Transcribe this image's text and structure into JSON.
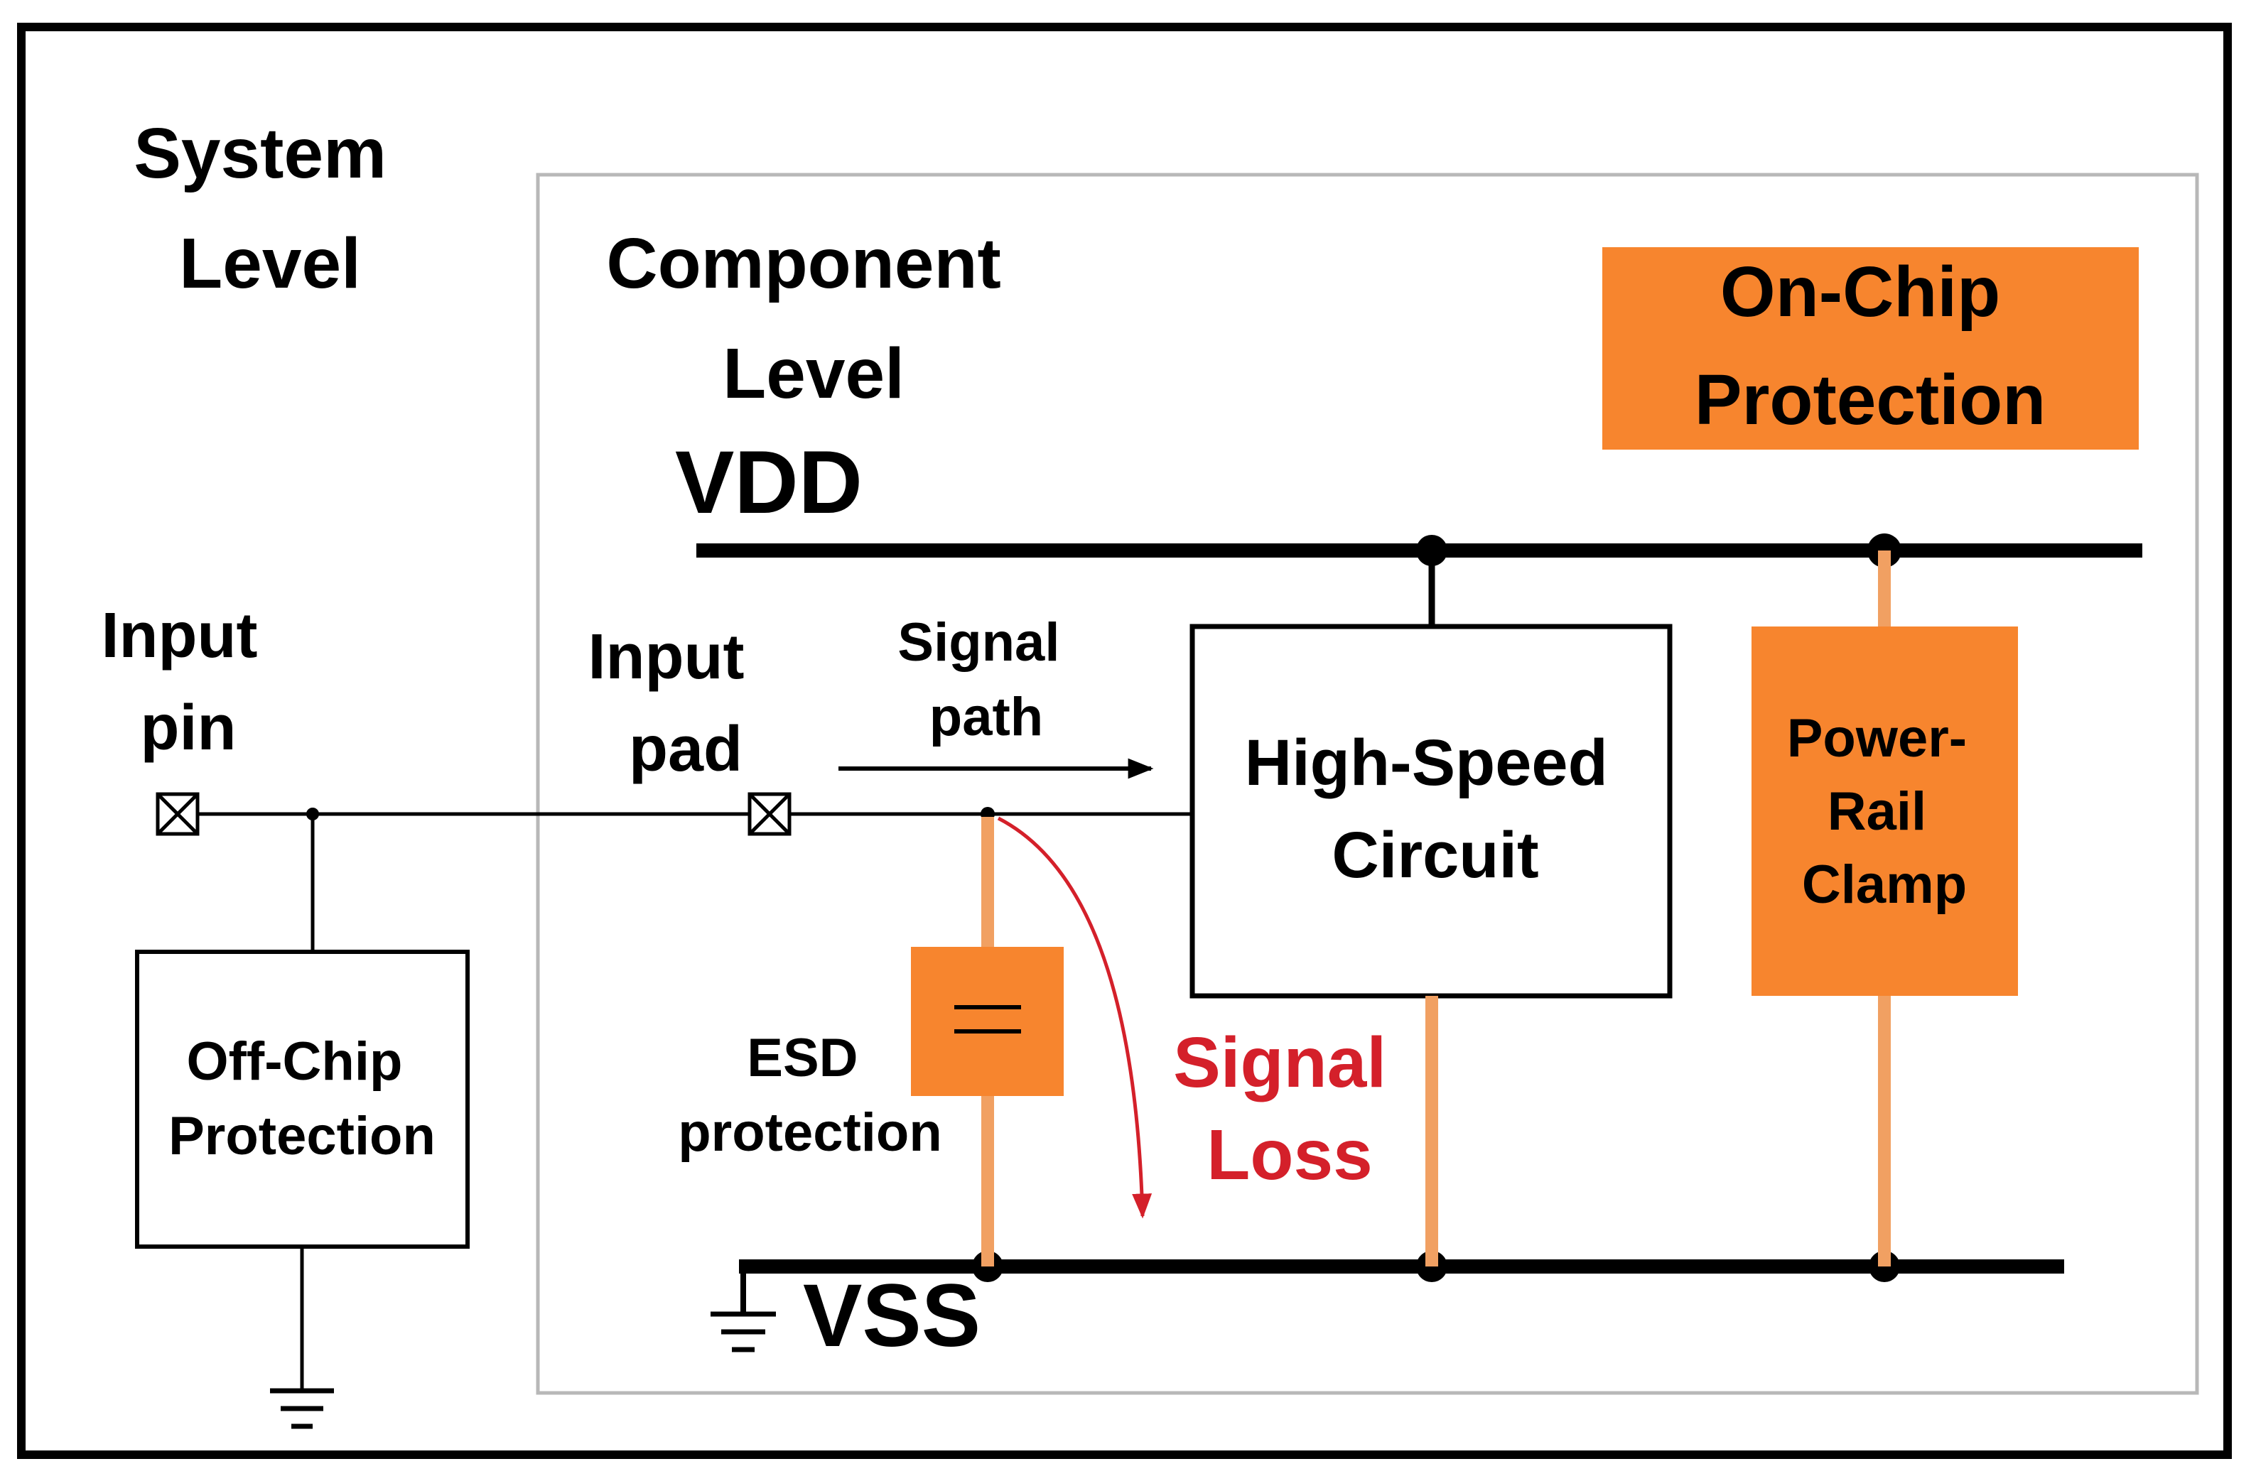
{
  "labels": {
    "system_level": [
      "System",
      "Level"
    ],
    "component_level": [
      "Component",
      "Level"
    ],
    "on_chip_protection": [
      "On-Chip",
      "Protection"
    ],
    "vdd": "VDD",
    "vss": "VSS",
    "input_pin": [
      "Input",
      "pin"
    ],
    "input_pad": [
      "Input",
      "pad"
    ],
    "signal_path": [
      "Signal",
      "path"
    ],
    "high_speed_circuit": [
      "High-Speed",
      "Circuit"
    ],
    "power_rail_clamp": [
      "Power-",
      "Rail",
      "Clamp"
    ],
    "off_chip_protection": [
      "Off-Chip",
      "Protection"
    ],
    "esd_protection": [
      "ESD",
      "protection"
    ],
    "signal_loss": [
      "Signal",
      "Loss"
    ]
  },
  "colors": {
    "protection_fill": "#f7852e",
    "protection_wire": "#f1a062",
    "signal_loss": "#d4202a",
    "component_border": "#b8b8b8",
    "line": "#000000"
  }
}
